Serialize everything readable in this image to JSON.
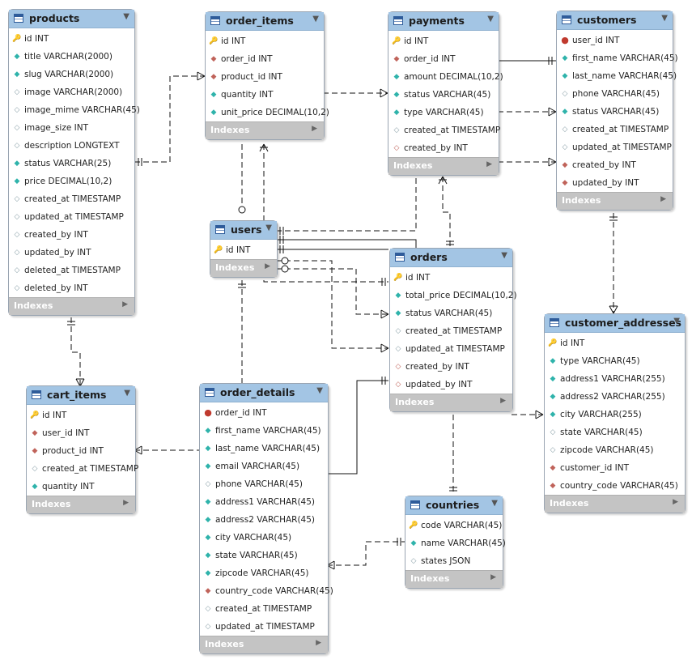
{
  "footer_label": "Indexes",
  "tables": {
    "products": {
      "title": "products",
      "columns": [
        {
          "icon": "primary-key-icon",
          "name": "id",
          "type": "INT"
        },
        {
          "icon": "not-null-icon",
          "name": "title",
          "type": "VARCHAR(2000)"
        },
        {
          "icon": "not-null-icon",
          "name": "slug",
          "type": "VARCHAR(2000)"
        },
        {
          "icon": "nullable-icon",
          "name": "image",
          "type": "VARCHAR(2000)"
        },
        {
          "icon": "nullable-icon",
          "name": "image_mime",
          "type": "VARCHAR(45)"
        },
        {
          "icon": "nullable-icon",
          "name": "image_size",
          "type": "INT"
        },
        {
          "icon": "nullable-icon",
          "name": "description",
          "type": "LONGTEXT"
        },
        {
          "icon": "not-null-icon",
          "name": "status",
          "type": "VARCHAR(25)"
        },
        {
          "icon": "not-null-icon",
          "name": "price",
          "type": "DECIMAL(10,2)"
        },
        {
          "icon": "nullable-icon",
          "name": "created_at",
          "type": "TIMESTAMP"
        },
        {
          "icon": "nullable-icon",
          "name": "updated_at",
          "type": "TIMESTAMP"
        },
        {
          "icon": "nullable-icon",
          "name": "created_by",
          "type": "INT"
        },
        {
          "icon": "nullable-icon",
          "name": "updated_by",
          "type": "INT"
        },
        {
          "icon": "nullable-icon",
          "name": "deleted_at",
          "type": "TIMESTAMP"
        },
        {
          "icon": "nullable-icon",
          "name": "deleted_by",
          "type": "INT"
        }
      ]
    },
    "order_items": {
      "title": "order_items",
      "columns": [
        {
          "icon": "primary-key-icon",
          "name": "id",
          "type": "INT"
        },
        {
          "icon": "foreign-key-icon",
          "name": "order_id",
          "type": "INT"
        },
        {
          "icon": "foreign-key-icon",
          "name": "product_id",
          "type": "INT"
        },
        {
          "icon": "not-null-icon",
          "name": "quantity",
          "type": "INT"
        },
        {
          "icon": "not-null-icon",
          "name": "unit_price",
          "type": "DECIMAL(10,2)"
        }
      ]
    },
    "payments": {
      "title": "payments",
      "columns": [
        {
          "icon": "primary-key-icon",
          "name": "id",
          "type": "INT"
        },
        {
          "icon": "foreign-key-icon",
          "name": "order_id",
          "type": "INT"
        },
        {
          "icon": "not-null-icon",
          "name": "amount",
          "type": "DECIMAL(10,2)"
        },
        {
          "icon": "not-null-icon",
          "name": "status",
          "type": "VARCHAR(45)"
        },
        {
          "icon": "not-null-icon",
          "name": "type",
          "type": "VARCHAR(45)"
        },
        {
          "icon": "nullable-icon",
          "name": "created_at",
          "type": "TIMESTAMP"
        },
        {
          "icon": "nullable-fk-icon",
          "name": "created_by",
          "type": "INT"
        }
      ]
    },
    "customers": {
      "title": "customers",
      "columns": [
        {
          "icon": "primary-foreign-key-icon",
          "name": "user_id",
          "type": "INT"
        },
        {
          "icon": "not-null-icon",
          "name": "first_name",
          "type": "VARCHAR(45)"
        },
        {
          "icon": "not-null-icon",
          "name": "last_name",
          "type": "VARCHAR(45)"
        },
        {
          "icon": "nullable-icon",
          "name": "phone",
          "type": "VARCHAR(45)"
        },
        {
          "icon": "not-null-icon",
          "name": "status",
          "type": "VARCHAR(45)"
        },
        {
          "icon": "nullable-icon",
          "name": "created_at",
          "type": "TIMESTAMP"
        },
        {
          "icon": "nullable-icon",
          "name": "updated_at",
          "type": "TIMESTAMP"
        },
        {
          "icon": "foreign-key-icon",
          "name": "created_by",
          "type": "INT"
        },
        {
          "icon": "foreign-key-icon",
          "name": "updated_by",
          "type": "INT"
        }
      ]
    },
    "users": {
      "title": "users",
      "columns": [
        {
          "icon": "primary-key-icon",
          "name": "id",
          "type": "INT"
        }
      ]
    },
    "orders": {
      "title": "orders",
      "columns": [
        {
          "icon": "primary-key-icon",
          "name": "id",
          "type": "INT"
        },
        {
          "icon": "not-null-icon",
          "name": "total_price",
          "type": "DECIMAL(10,2)"
        },
        {
          "icon": "not-null-icon",
          "name": "status",
          "type": "VARCHAR(45)"
        },
        {
          "icon": "nullable-icon",
          "name": "created_at",
          "type": "TIMESTAMP"
        },
        {
          "icon": "nullable-icon",
          "name": "updated_at",
          "type": "TIMESTAMP"
        },
        {
          "icon": "nullable-fk-icon",
          "name": "created_by",
          "type": "INT"
        },
        {
          "icon": "nullable-fk-icon",
          "name": "updated_by",
          "type": "INT"
        }
      ]
    },
    "customer_addresses": {
      "title": "customer_addresses",
      "columns": [
        {
          "icon": "primary-key-icon",
          "name": "id",
          "type": "INT"
        },
        {
          "icon": "not-null-icon",
          "name": "type",
          "type": "VARCHAR(45)"
        },
        {
          "icon": "not-null-icon",
          "name": "address1",
          "type": "VARCHAR(255)"
        },
        {
          "icon": "not-null-icon",
          "name": "address2",
          "type": "VARCHAR(255)"
        },
        {
          "icon": "not-null-icon",
          "name": "city",
          "type": "VARCHAR(255)"
        },
        {
          "icon": "nullable-icon",
          "name": "state",
          "type": "VARCHAR(45)"
        },
        {
          "icon": "nullable-icon",
          "name": "zipcode",
          "type": "VARCHAR(45)"
        },
        {
          "icon": "foreign-key-icon",
          "name": "customer_id",
          "type": "INT"
        },
        {
          "icon": "foreign-key-icon",
          "name": "country_code",
          "type": "VARCHAR(45)"
        }
      ]
    },
    "cart_items": {
      "title": "cart_items",
      "columns": [
        {
          "icon": "primary-key-icon",
          "name": "id",
          "type": "INT"
        },
        {
          "icon": "foreign-key-icon",
          "name": "user_id",
          "type": "INT"
        },
        {
          "icon": "foreign-key-icon",
          "name": "product_id",
          "type": "INT"
        },
        {
          "icon": "nullable-icon",
          "name": "created_at",
          "type": "TIMESTAMP"
        },
        {
          "icon": "not-null-icon",
          "name": "quantity",
          "type": "INT"
        }
      ]
    },
    "order_details": {
      "title": "order_details",
      "columns": [
        {
          "icon": "primary-foreign-key-icon",
          "name": "order_id",
          "type": "INT"
        },
        {
          "icon": "not-null-icon",
          "name": "first_name",
          "type": "VARCHAR(45)"
        },
        {
          "icon": "not-null-icon",
          "name": "last_name",
          "type": "VARCHAR(45)"
        },
        {
          "icon": "not-null-icon",
          "name": "email",
          "type": "VARCHAR(45)"
        },
        {
          "icon": "nullable-icon",
          "name": "phone",
          "type": "VARCHAR(45)"
        },
        {
          "icon": "not-null-icon",
          "name": "address1",
          "type": "VARCHAR(45)"
        },
        {
          "icon": "not-null-icon",
          "name": "address2",
          "type": "VARCHAR(45)"
        },
        {
          "icon": "not-null-icon",
          "name": "city",
          "type": "VARCHAR(45)"
        },
        {
          "icon": "not-null-icon",
          "name": "state",
          "type": "VARCHAR(45)"
        },
        {
          "icon": "not-null-icon",
          "name": "zipcode",
          "type": "VARCHAR(45)"
        },
        {
          "icon": "foreign-key-icon",
          "name": "country_code",
          "type": "VARCHAR(45)"
        },
        {
          "icon": "nullable-icon",
          "name": "created_at",
          "type": "TIMESTAMP"
        },
        {
          "icon": "nullable-icon",
          "name": "updated_at",
          "type": "TIMESTAMP"
        }
      ]
    },
    "countries": {
      "title": "countries",
      "columns": [
        {
          "icon": "primary-key-icon",
          "name": "code",
          "type": "VARCHAR(45)"
        },
        {
          "icon": "not-null-icon",
          "name": "name",
          "type": "VARCHAR(45)"
        },
        {
          "icon": "nullable-icon",
          "name": "states",
          "type": "JSON"
        }
      ]
    }
  }
}
